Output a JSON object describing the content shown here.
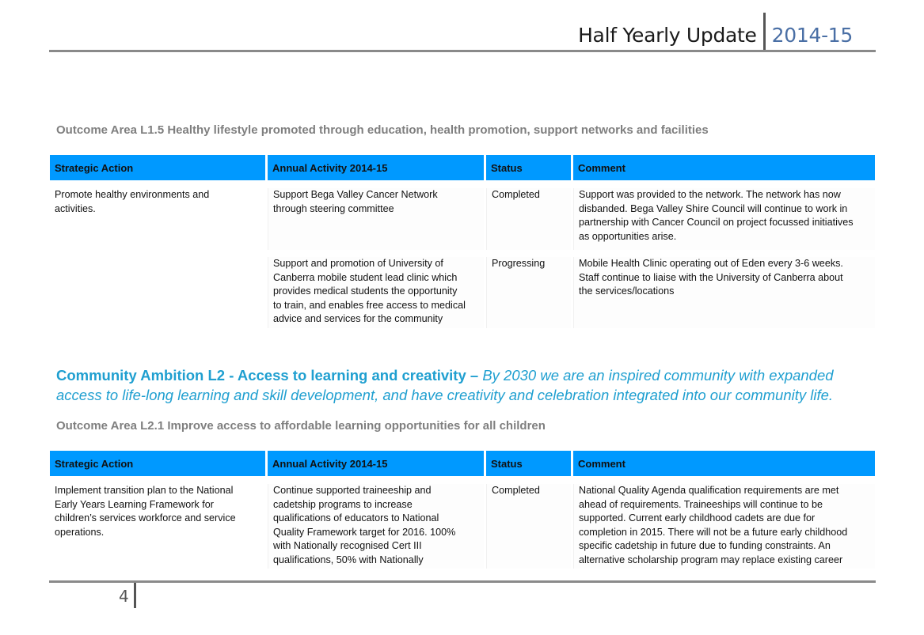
{
  "header": {
    "title": "Half Yearly Update",
    "year": "2014-15"
  },
  "outcome1": {
    "title": "Outcome Area L1.5 Healthy lifestyle promoted through education, health promotion, support networks and facilities"
  },
  "table_headers": {
    "strategic_action": "Strategic Action",
    "annual_activity": "Annual Activity 2014-15",
    "status": "Status",
    "comment": "Comment"
  },
  "table1": {
    "rows": [
      {
        "action": "Promote healthy environments and\nactivities.",
        "activity": "Support Bega Valley Cancer Network\nthrough steering committee",
        "status": "Completed",
        "comment": "Support was provided to the network.  The network has now\ndisbanded. Bega Valley Shire Council will continue to work in\npartnership with Cancer Council on project focussed initiatives\nas opportunities arise."
      },
      {
        "action": "",
        "activity": "Support and promotion of University of\nCanberra mobile student lead clinic which\nprovides medical students the opportunity\nto train, and enables free access to medical\nadvice and services for the community",
        "status": "Progressing",
        "comment": "Mobile Health Clinic operating out of Eden every 3-6 weeks.\nStaff continue to liaise with the University of Canberra about\nthe services/locations"
      }
    ]
  },
  "ambition": {
    "bold": "Community Ambition L2 - Access to learning and creativity –",
    "italic": " By 2030 we are an inspired community with expanded access to life-long learning and skill development, and have creativity and celebration integrated into our community life."
  },
  "outcome2": {
    "title": "Outcome Area L2.1 Improve access to affordable learning opportunities for all children"
  },
  "table2": {
    "rows": [
      {
        "action": "Implement transition plan to the National\nEarly Years Learning Framework for\nchildren’s services workforce and service\noperations.",
        "activity": "Continue supported traineeship and\ncadetship programs to increase\nqualifications of educators to National\nQuality Framework target for 2016.  100%\nwith Nationally recognised Cert III\nqualifications, 50% with  Nationally",
        "status": "Completed",
        "comment": "National Quality Agenda qualification requirements are met\nahead of requirements.  Traineeships will continue to be\nsupported.  Current early childhood cadets are due for\ncompletion in 2015.  There will not be a future early childhood\nspecific cadetship in future due to funding constraints. An\nalternative scholarship program may replace existing career"
      }
    ]
  },
  "footer": {
    "page_number": "4"
  }
}
